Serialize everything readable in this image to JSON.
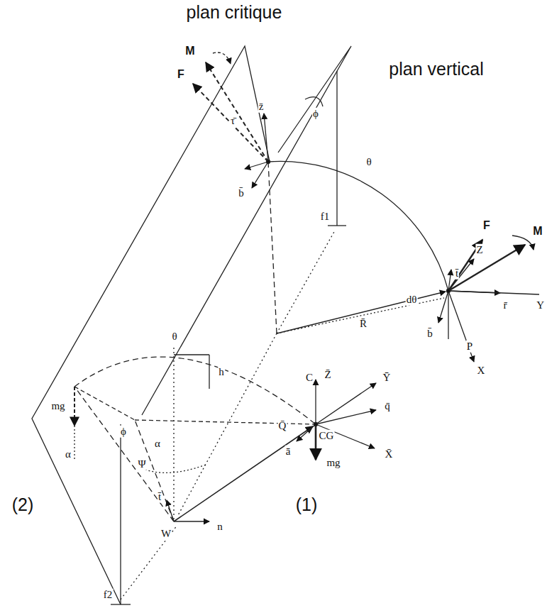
{
  "diagram": {
    "labels": [
      "plan critique",
      "plan vertical",
      "M",
      "F",
      "z̄",
      "τ̄",
      "b̄",
      "ϕ",
      "θ",
      "f1",
      "F",
      "M",
      "Z",
      "t̄",
      "r̄",
      "Y",
      "dθ",
      "R̄",
      "C",
      "P",
      "b̄",
      "X",
      "θ",
      "h",
      "mg",
      "ϕ",
      "α",
      "α",
      "Ψ",
      "Z̄",
      "Ȳ",
      "q̄",
      "CG",
      "Q̄",
      "X̄",
      "ā",
      "mg",
      "t̄",
      "W",
      "n",
      "f2",
      "(2)",
      "(1)"
    ]
  }
}
